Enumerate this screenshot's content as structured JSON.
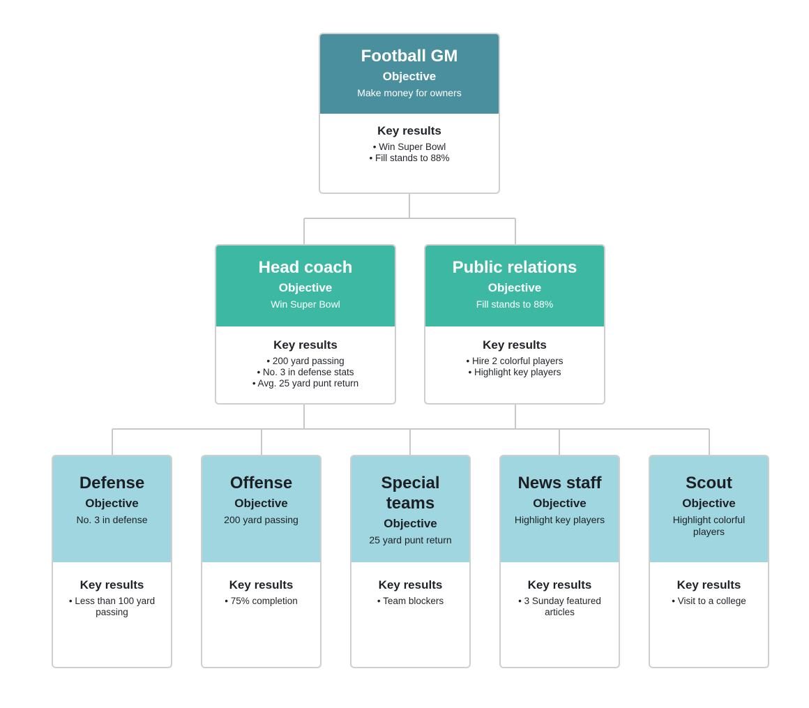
{
  "colors": {
    "top_header": "#4a8f9e",
    "mid_header": "#3db9a3",
    "leaf_header": "#9fd6e0",
    "border": "#cfcfcf",
    "connector": "#c8c8c8"
  },
  "root": {
    "title": "Football GM",
    "objective_label": "Objective",
    "objective": "Make money for owners",
    "kr_label": "Key results",
    "key_results": [
      "• Win Super Bowl",
      "• Fill stands to 88%"
    ]
  },
  "level2": [
    {
      "title": "Head coach",
      "objective_label": "Objective",
      "objective": "Win Super Bowl",
      "kr_label": "Key results",
      "key_results": [
        "• 200 yard passing",
        "• No. 3 in defense stats",
        "• Avg. 25 yard punt return"
      ]
    },
    {
      "title": "Public relations",
      "objective_label": "Objective",
      "objective": "Fill stands to 88%",
      "kr_label": "Key results",
      "key_results": [
        "• Hire 2 colorful players",
        "• Highlight key players"
      ]
    }
  ],
  "level3": [
    {
      "title": "Defense",
      "objective_label": "Objective",
      "objective": "No. 3 in defense",
      "kr_label": "Key results",
      "key_results": [
        "• Less than 100 yard",
        "passing"
      ]
    },
    {
      "title": "Offense",
      "objective_label": "Objective",
      "objective": "200 yard passing",
      "kr_label": "Key results",
      "key_results": [
        "• 75% completion"
      ]
    },
    {
      "title": "Special teams",
      "objective_label": "Objective",
      "objective": "25 yard punt return",
      "kr_label": "Key results",
      "key_results": [
        "• Team blockers"
      ]
    },
    {
      "title": "News staff",
      "objective_label": "Objective",
      "objective": "Highlight key players",
      "kr_label": "Key results",
      "key_results": [
        "• 3 Sunday featured",
        "articles"
      ]
    },
    {
      "title": "Scout",
      "objective_label": "Objective",
      "objective": "Highlight colorful players",
      "kr_label": "Key results",
      "key_results": [
        "• Visit to a college"
      ]
    }
  ]
}
